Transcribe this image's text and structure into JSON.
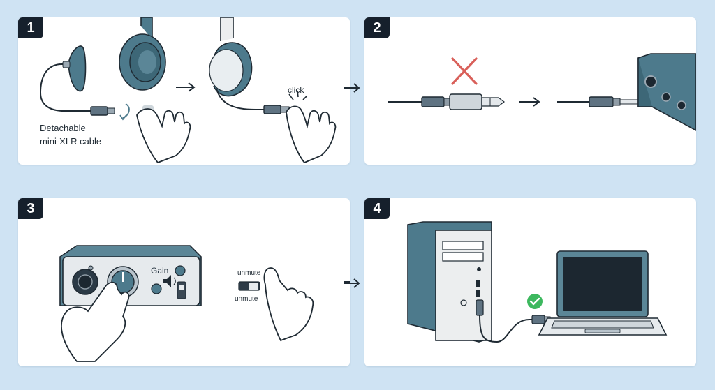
{
  "steps": [
    {
      "number": "1",
      "labels": {
        "cable_line1": "Detachable",
        "cable_line2": "mini-XLR cable",
        "click": "click"
      },
      "icons": [
        "headphone-earcup-icon",
        "headphone-headband-icon",
        "mini-xlr-cable-icon",
        "hand-pointer-icon",
        "rotate-arrow-icon",
        "click-burst-icon",
        "arrow-right-icon"
      ]
    },
    {
      "number": "2",
      "icons": [
        "cross-icon",
        "quarter-inch-adapter-icon",
        "eighth-inch-plug-icon",
        "audio-interface-icon",
        "arrow-right-icon"
      ]
    },
    {
      "number": "3",
      "labels": {
        "gain": "Gain",
        "unmute_top": "unmute",
        "unmute_bottom": "unmute"
      },
      "icons": [
        "audio-interface-icon",
        "gain-knob-icon",
        "speaker-icon",
        "mute-switch-icon",
        "hand-pointer-icon",
        "arrow-right-icon"
      ]
    },
    {
      "number": "4",
      "icons": [
        "desktop-tower-icon",
        "laptop-icon",
        "checkmark-icon",
        "usb-cable-icon"
      ]
    }
  ],
  "colors": {
    "background": "#cfe3f3",
    "panel": "#ffffff",
    "badge": "#16202c",
    "device": "#4d7a8c",
    "device_dark": "#3d6777",
    "line": "#1f2a33",
    "cross": "#d9605a",
    "check": "#3cb85e"
  }
}
